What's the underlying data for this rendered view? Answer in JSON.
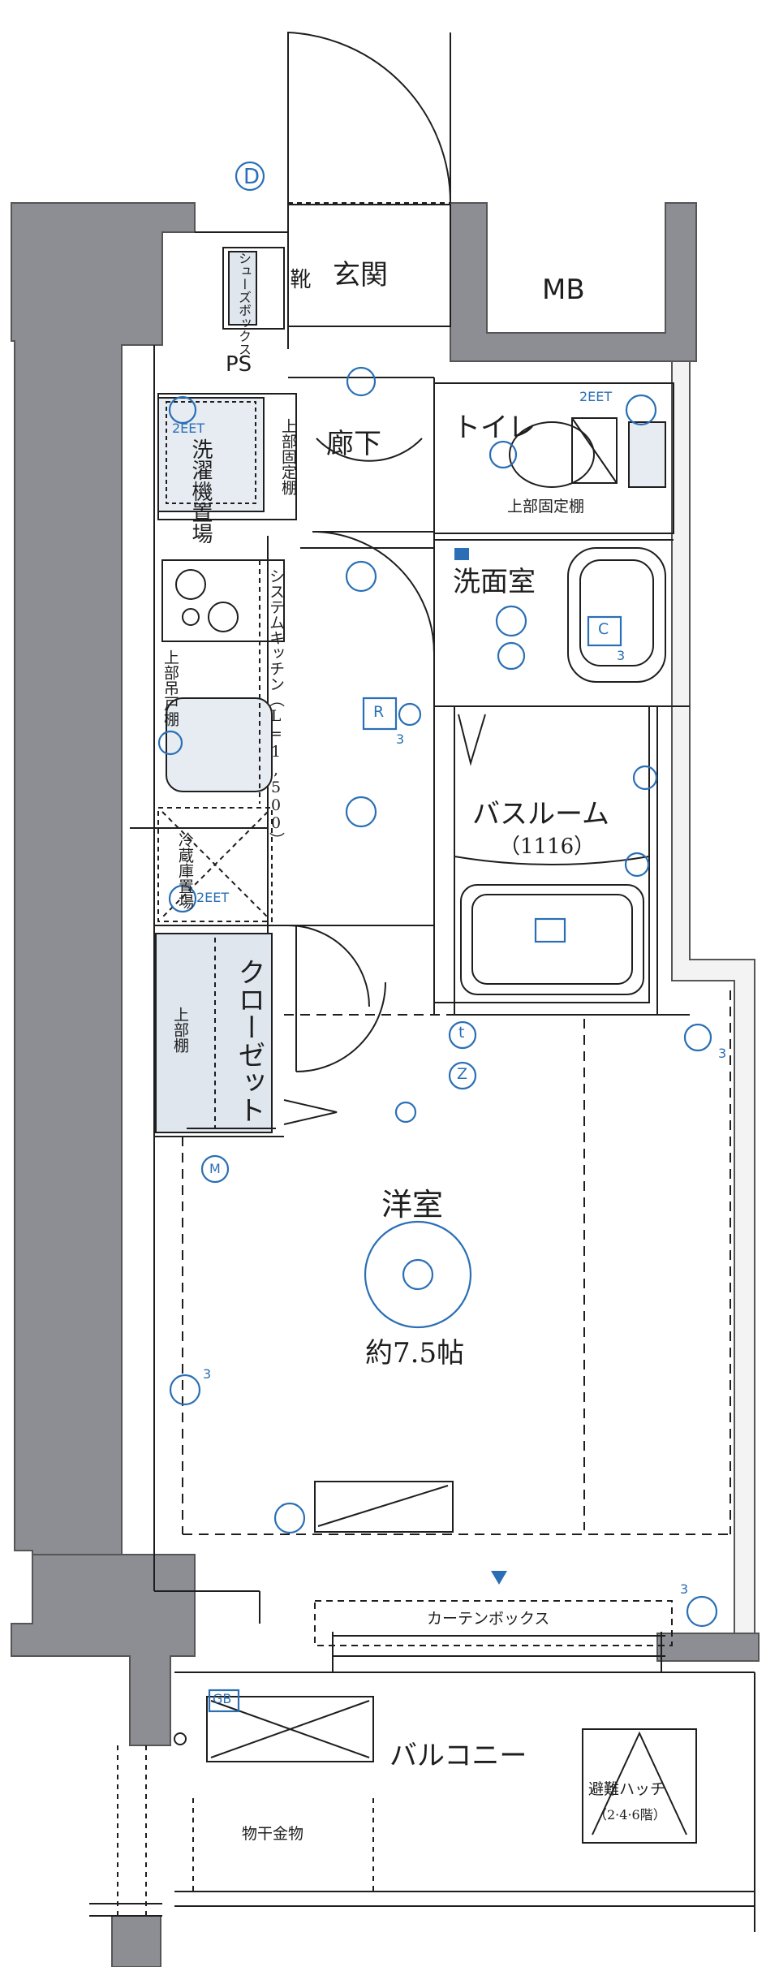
{
  "rooms": {
    "genkan": "玄関",
    "mb": "MB",
    "ps": "PS",
    "shoes_box": "シューズボックス",
    "kutsu": "靴",
    "roka": "廊下",
    "toilet": "トイレ",
    "toilet_shelf": "上部固定棚",
    "senmen": "洗面室",
    "washer": "洗濯機置場",
    "upper_fixed_shelf": "上部固定棚",
    "kitchen": "システムキッチン（L=1,500）",
    "upper_hanging": "上部吊戸棚",
    "fridge": "冷蔵庫置場",
    "bath": "バスルーム",
    "bath_size": "（1116）",
    "closet": "クローゼット",
    "closet_shelf": "上部棚",
    "youshitsu": "洋室",
    "area": "約7.5帖",
    "curtain": "カーテンボックス",
    "balcony": "バルコニー",
    "hatch": "避難ハッチ",
    "hatch_floors": "（2·4·6階）",
    "laundry_hardware": "物干金物"
  },
  "symbols": {
    "door_d": "D",
    "socket_2eet_a": "2EET",
    "socket_2eet_b": "2EET",
    "socket_2eet_c": "2EET",
    "c": "C",
    "r": "R",
    "t": "t",
    "z": "Z",
    "m": "M",
    "gb": "GB",
    "three_a": "3",
    "three_b": "3",
    "three_c": "3",
    "three_d": "3",
    "three_e": "3"
  },
  "colors": {
    "wall": "#8c8e93",
    "wall_edge": "#555555",
    "symbol": "#2a6fb5",
    "closet_fill": "#dfe6ee",
    "line": "#1e1e1e"
  }
}
